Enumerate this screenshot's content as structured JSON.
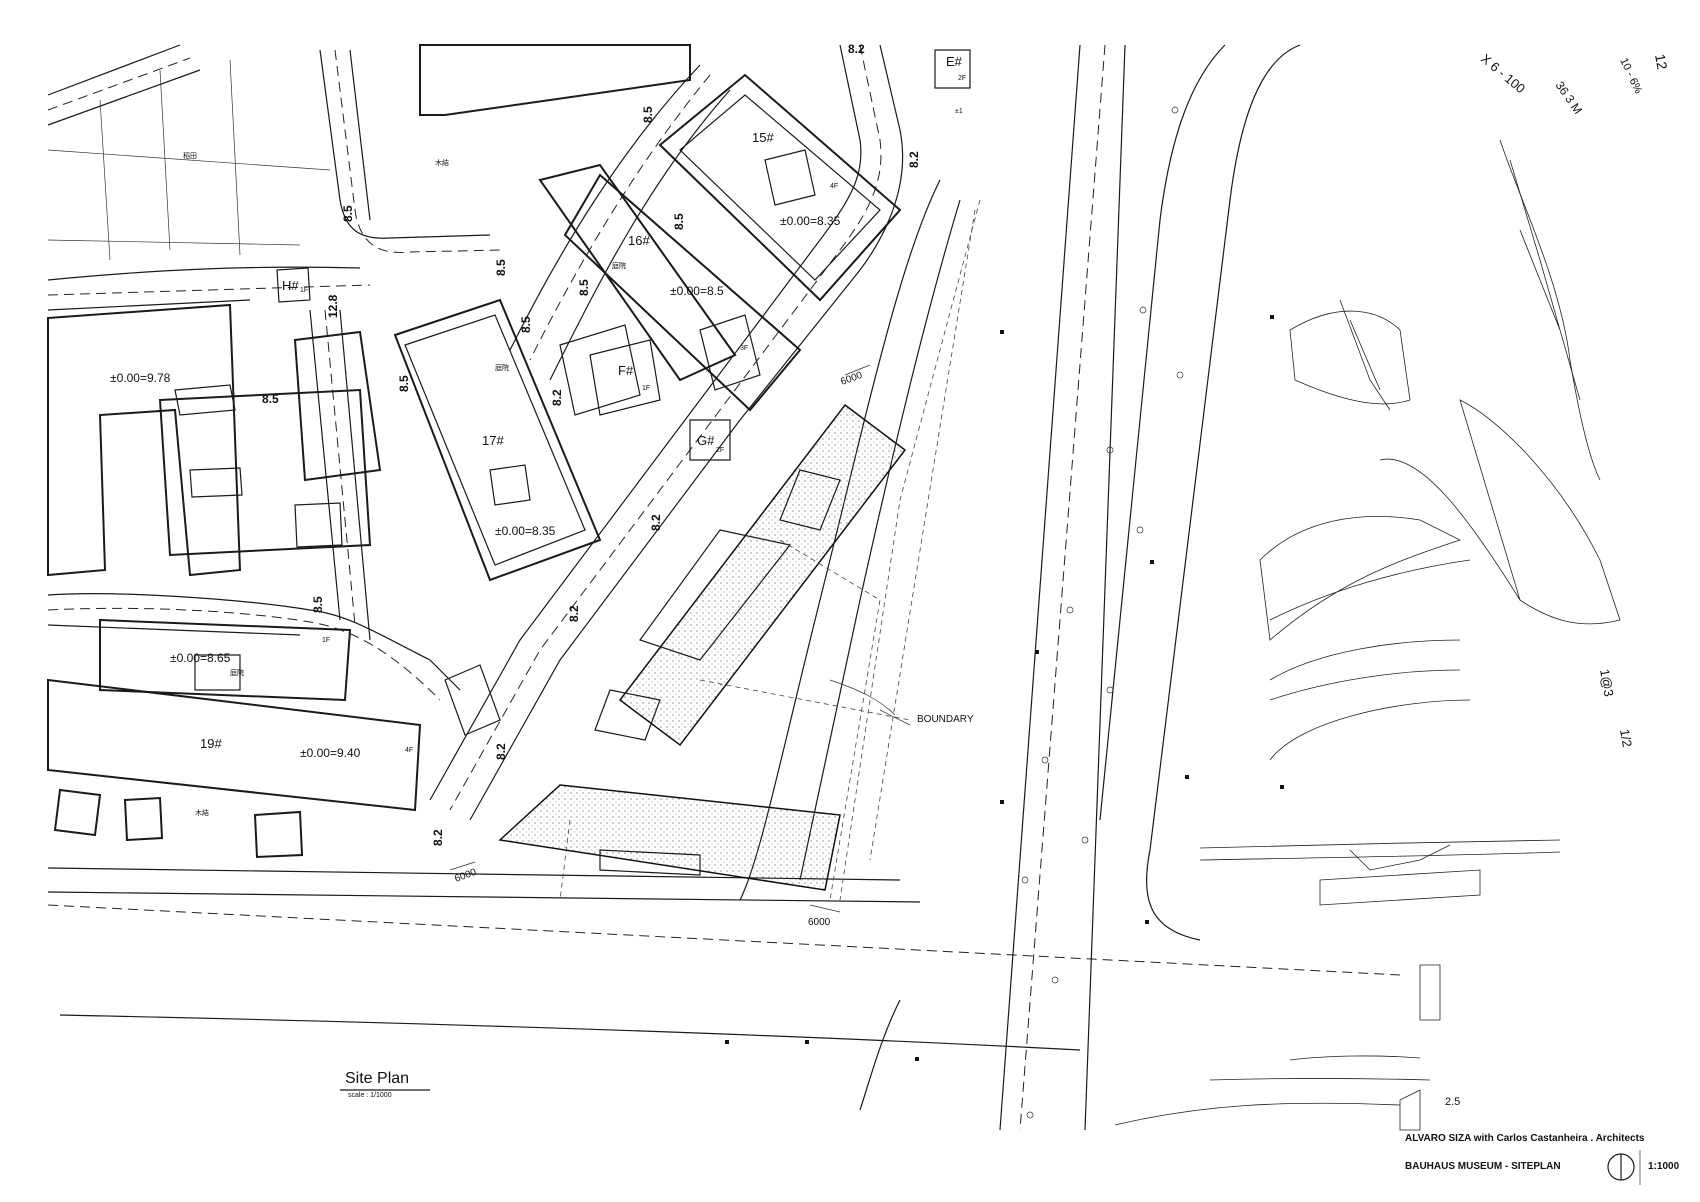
{
  "drawing": {
    "title": "Site Plan",
    "scale_note": "scale : 1/1000",
    "boundary_label": "BOUNDARY",
    "architect": "ALVARO SIZA with Carlos Castanheira . Architects",
    "project": "BAUHAUS MUSEUM - SITEPLAN",
    "scale": "1:1000"
  },
  "buildings": {
    "b15": "15#",
    "b16": "16#",
    "b17": "17#",
    "b19": "19#",
    "bE": "E#",
    "bE_floors": "2F",
    "bF": "F#",
    "bF_floors": "1F",
    "bG": "G#",
    "bG_floors": "2F",
    "bH": "H#",
    "bH_floors": "1F"
  },
  "floors": {
    "f4": "4F",
    "f3": "3F",
    "f1": "1F",
    "f4b": "4F"
  },
  "levels": {
    "l1": "±0.00=8.35",
    "l2": "±0.00=8.5",
    "l3": "±0.00=9.78",
    "l4": "±0.00=8.35",
    "l5": "±0.00=8.65",
    "l6": "±0.00=9.40",
    "l7": "±1"
  },
  "cjk": {
    "garden": "庭院",
    "wood": "木結",
    "paddy": "稻田"
  },
  "dims": {
    "d85": "8.5",
    "d82": "8.2",
    "d128": "12.8",
    "d6000": "6000"
  },
  "sketch_notes": {
    "n1": "12",
    "n2": "10 - 6%",
    "n3": "36 3 M",
    "n4": "X 6 - 100",
    "n5": "1@3",
    "n6": "1/2",
    "n7": "2.5"
  }
}
